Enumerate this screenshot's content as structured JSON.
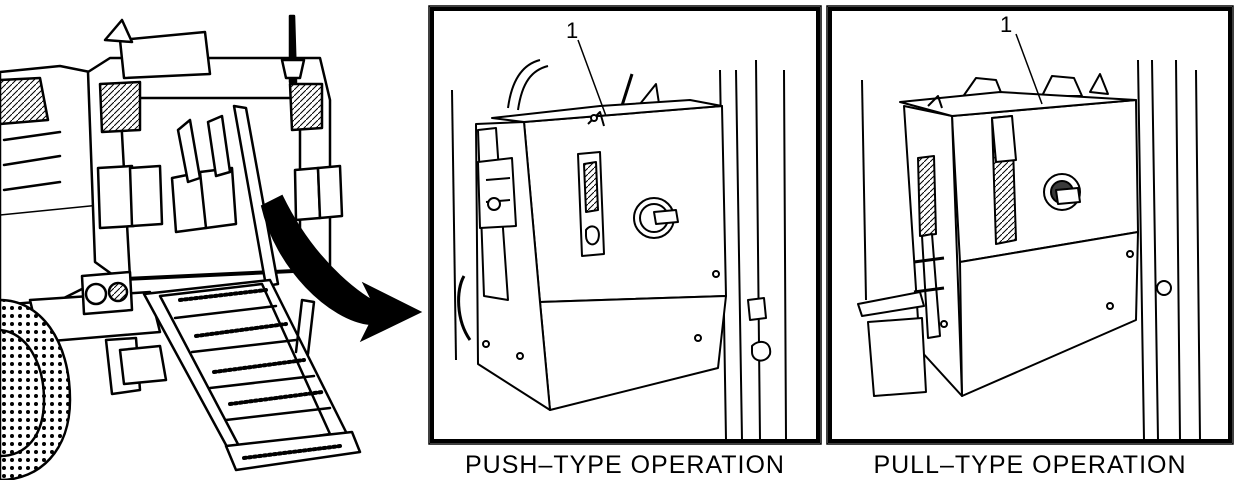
{
  "figure": {
    "panels": [
      {
        "id": "push",
        "callout": "1",
        "caption": "PUSH–TYPE OPERATION"
      },
      {
        "id": "pull",
        "callout": "1",
        "caption": "PULL–TYPE OPERATION"
      }
    ]
  },
  "colors": {
    "ink": "#000000",
    "paper": "#ffffff",
    "shade": "#d9d9d9",
    "dark": "#3a3a3a"
  }
}
